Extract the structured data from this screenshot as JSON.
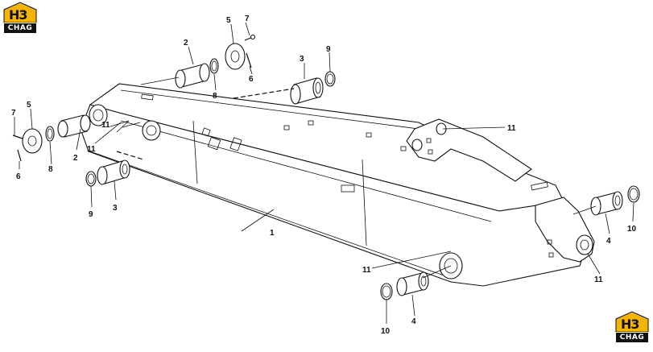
{
  "logo": {
    "mark": "H3",
    "word": "CHAG"
  },
  "callouts": [
    {
      "id": "c1",
      "text": "1"
    },
    {
      "id": "c2a",
      "text": "2"
    },
    {
      "id": "c2b",
      "text": "2"
    },
    {
      "id": "c3a",
      "text": "3"
    },
    {
      "id": "c3b",
      "text": "3"
    },
    {
      "id": "c4a",
      "text": "4"
    },
    {
      "id": "c4b",
      "text": "4"
    },
    {
      "id": "c5a",
      "text": "5"
    },
    {
      "id": "c5b",
      "text": "5"
    },
    {
      "id": "c6a",
      "text": "6"
    },
    {
      "id": "c6b",
      "text": "6"
    },
    {
      "id": "c7a",
      "text": "7"
    },
    {
      "id": "c7b",
      "text": "7"
    },
    {
      "id": "c8a",
      "text": "8"
    },
    {
      "id": "c8b",
      "text": "8"
    },
    {
      "id": "c9a",
      "text": "9"
    },
    {
      "id": "c9b",
      "text": "9"
    },
    {
      "id": "c10a",
      "text": "10"
    },
    {
      "id": "c10b",
      "text": "10"
    },
    {
      "id": "c11a",
      "text": "11"
    },
    {
      "id": "c11b",
      "text": "11"
    },
    {
      "id": "c11c",
      "text": "11"
    },
    {
      "id": "c11d",
      "text": "11"
    },
    {
      "id": "c11e",
      "text": "11"
    }
  ]
}
